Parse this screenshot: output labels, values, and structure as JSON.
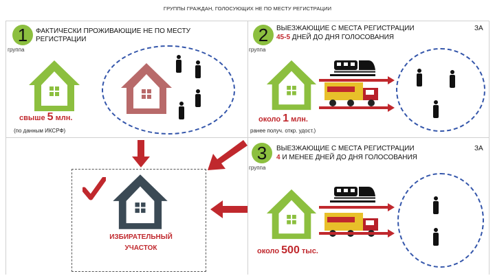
{
  "page_title": "ГРУППЫ ГРАЖДАН, ГОЛОСУЮЩИХ НЕ ПО МЕСТУ РЕГИСТРАЦИИ",
  "colors": {
    "green": "#8cbf3f",
    "red": "#c0282d",
    "house_red": "#b86a6a",
    "dark": "#3b4a55",
    "blue_dash": "#3355aa"
  },
  "groups": [
    {
      "number": "1",
      "label": "группа",
      "heading": "ФАКТИЧЕСКИ ПРОЖИВАЮЩИЕ НЕ ПО МЕСТУ РЕГИСТРАЦИИ",
      "stat_prefix": "свыше ",
      "stat_value": "5",
      "stat_suffix": " млн.",
      "note": "(по данным ИКСРФ)"
    },
    {
      "number": "2",
      "label": "группа",
      "heading_line1": "ВЫЕЗЖАЮЩИЕ С МЕСТА РЕГИСТРАЦИИ",
      "heading_za": "ЗА",
      "heading_days": "45-5",
      "heading_line2": " ДНЕЙ ДО ДНЯ ГОЛОСОВАНИЯ",
      "stat_prefix": "около ",
      "stat_value": "1",
      "stat_suffix": " млн.",
      "note": "ранее получ. откр. удост.)"
    },
    {
      "number": "3",
      "label": "группа",
      "heading_line1": "ВЫЕЗЖАЮЩИЕ С МЕСТА РЕГИСТРАЦИИ",
      "heading_za": "ЗА",
      "heading_days": "4",
      "heading_line2": " И МЕНЕЕ ДНЕЙ ДО ДНЯ ГОЛОСОВАНИЯ",
      "stat_prefix": "около ",
      "stat_value": "500",
      "stat_suffix": " тыс."
    }
  ],
  "polling_station": {
    "line1": "ИЗБИРАТЕЛЬНЫЙ",
    "line2": "УЧАСТОК"
  }
}
